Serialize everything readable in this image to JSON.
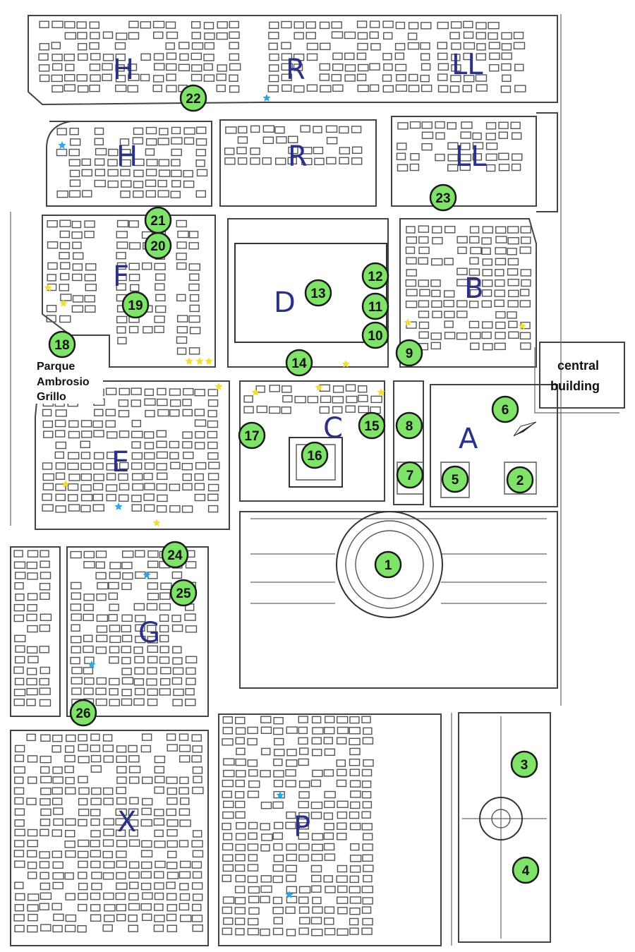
{
  "colors": {
    "marker_fill": "#7fe36a",
    "marker_stroke": "#1a1a1a",
    "section_text": "#2a3186",
    "plot_stroke": "#555555",
    "star_yellow": "#f3dc3a",
    "star_blue": "#2aa7e6"
  },
  "sections": {
    "H1": "H",
    "R1": "R",
    "LL1": "LL",
    "H2": "H",
    "R2": "R",
    "LL2": "LL",
    "F": "F",
    "D": "D",
    "B": "B",
    "C": "C",
    "A": "A",
    "E": "E",
    "G": "G",
    "X": "X",
    "P": "P"
  },
  "markers": {
    "m1": "1",
    "m2": "2",
    "m3": "3",
    "m4": "4",
    "m5": "5",
    "m6": "6",
    "m7": "7",
    "m8": "8",
    "m9": "9",
    "m10": "10",
    "m11": "11",
    "m12": "12",
    "m13": "13",
    "m14": "14",
    "m15": "15",
    "m16": "16",
    "m17": "17",
    "m18": "18",
    "m19": "19",
    "m20": "20",
    "m21": "21",
    "m22": "22",
    "m23": "23",
    "m24": "24",
    "m25": "25",
    "m26": "26"
  },
  "labels": {
    "park_line1": "Parque",
    "park_line2": "Ambrosio",
    "park_line3": "Grillo",
    "central_line1": "central",
    "central_line2": "building"
  },
  "icons": {
    "north_arrow": "north-arrow-icon",
    "star": "star-icon"
  }
}
